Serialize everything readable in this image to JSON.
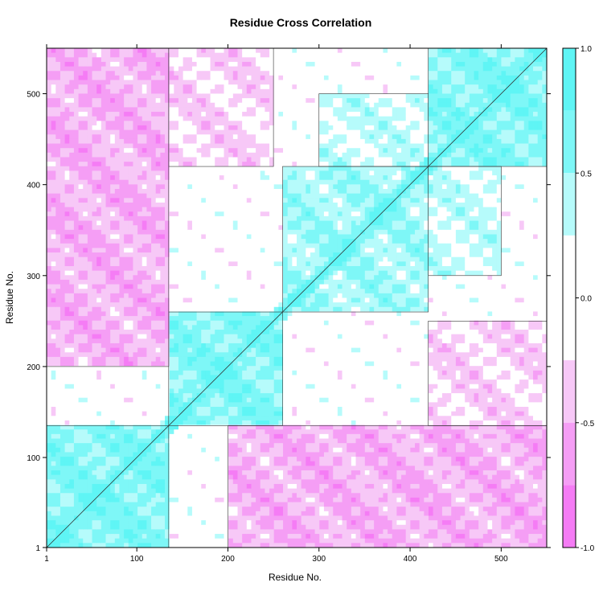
{
  "chart_data": {
    "type": "heatmap",
    "title": "Residue Cross Correlation",
    "xlabel": "Residue No.",
    "ylabel": "Residue No.",
    "xlim": [
      1,
      550
    ],
    "ylim": [
      1,
      550
    ],
    "x_ticks": [
      1,
      100,
      200,
      300,
      400,
      500
    ],
    "y_ticks": [
      1,
      100,
      200,
      300,
      400,
      500
    ],
    "colorbar": {
      "range": [
        -1.0,
        1.0
      ],
      "tick_labels": [
        "1.0",
        "0.5",
        "0.0",
        "-0.5",
        "-1.0"
      ],
      "tick_values": [
        1.0,
        0.5,
        0.0,
        -0.5,
        -1.0
      ],
      "bands": [
        {
          "from": 0.75,
          "to": 1.0,
          "color": "#5ff5f5"
        },
        {
          "from": 0.5,
          "to": 0.75,
          "color": "#7ef7f7"
        },
        {
          "from": 0.25,
          "to": 0.5,
          "color": "#b6fbfb"
        },
        {
          "from": -0.25,
          "to": 0.25,
          "color": "#ffffff"
        },
        {
          "from": -0.5,
          "to": -0.25,
          "color": "#f7c8f7"
        },
        {
          "from": -0.75,
          "to": -0.5,
          "color": "#f59ef5"
        },
        {
          "from": -1.0,
          "to": -0.75,
          "color": "#f57cf5"
        }
      ]
    },
    "blocks": [
      {
        "x": [
          1,
          135
        ],
        "y": [
          1,
          135
        ],
        "value": 0.6
      },
      {
        "x": [
          135,
          260
        ],
        "y": [
          135,
          260
        ],
        "value": 0.6
      },
      {
        "x": [
          260,
          420
        ],
        "y": [
          260,
          420
        ],
        "value": 0.45
      },
      {
        "x": [
          420,
          550
        ],
        "y": [
          420,
          550
        ],
        "value": 0.6
      },
      {
        "x": [
          200,
          550
        ],
        "y": [
          1,
          135
        ],
        "value": -0.5
      },
      {
        "x": [
          1,
          135
        ],
        "y": [
          200,
          550
        ],
        "value": -0.5
      },
      {
        "x": [
          420,
          550
        ],
        "y": [
          135,
          250
        ],
        "value": -0.3
      },
      {
        "x": [
          135,
          250
        ],
        "y": [
          420,
          550
        ],
        "value": -0.3
      },
      {
        "x": [
          300,
          420
        ],
        "y": [
          420,
          500
        ],
        "value": 0.3
      },
      {
        "x": [
          420,
          500
        ],
        "y": [
          300,
          420
        ],
        "value": 0.3
      }
    ]
  },
  "colors": {
    "axis": "#000000",
    "contour": "#333333",
    "background": "#ffffff"
  }
}
